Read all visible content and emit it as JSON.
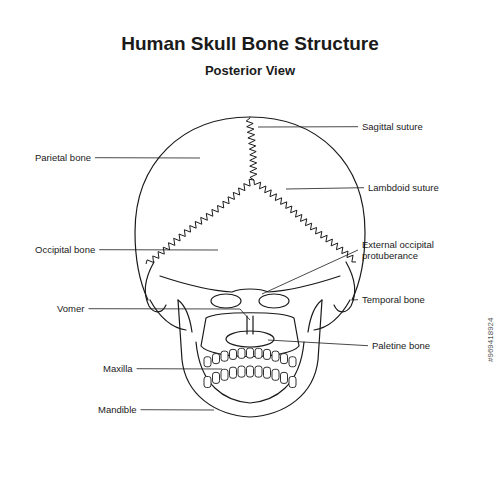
{
  "diagram": {
    "title": "Human Skull Bone Structure",
    "labels": [
      "Posterior View",
      "Sagittal suture",
      "Parietal bone",
      "Lambdoid suture",
      "Occipital bone",
      "External occipital protuberance",
      "Temporal bone",
      "Vomer",
      "Paletine bone",
      "Maxilla",
      "Mandible",
      "#969418924"
    ]
  }
}
